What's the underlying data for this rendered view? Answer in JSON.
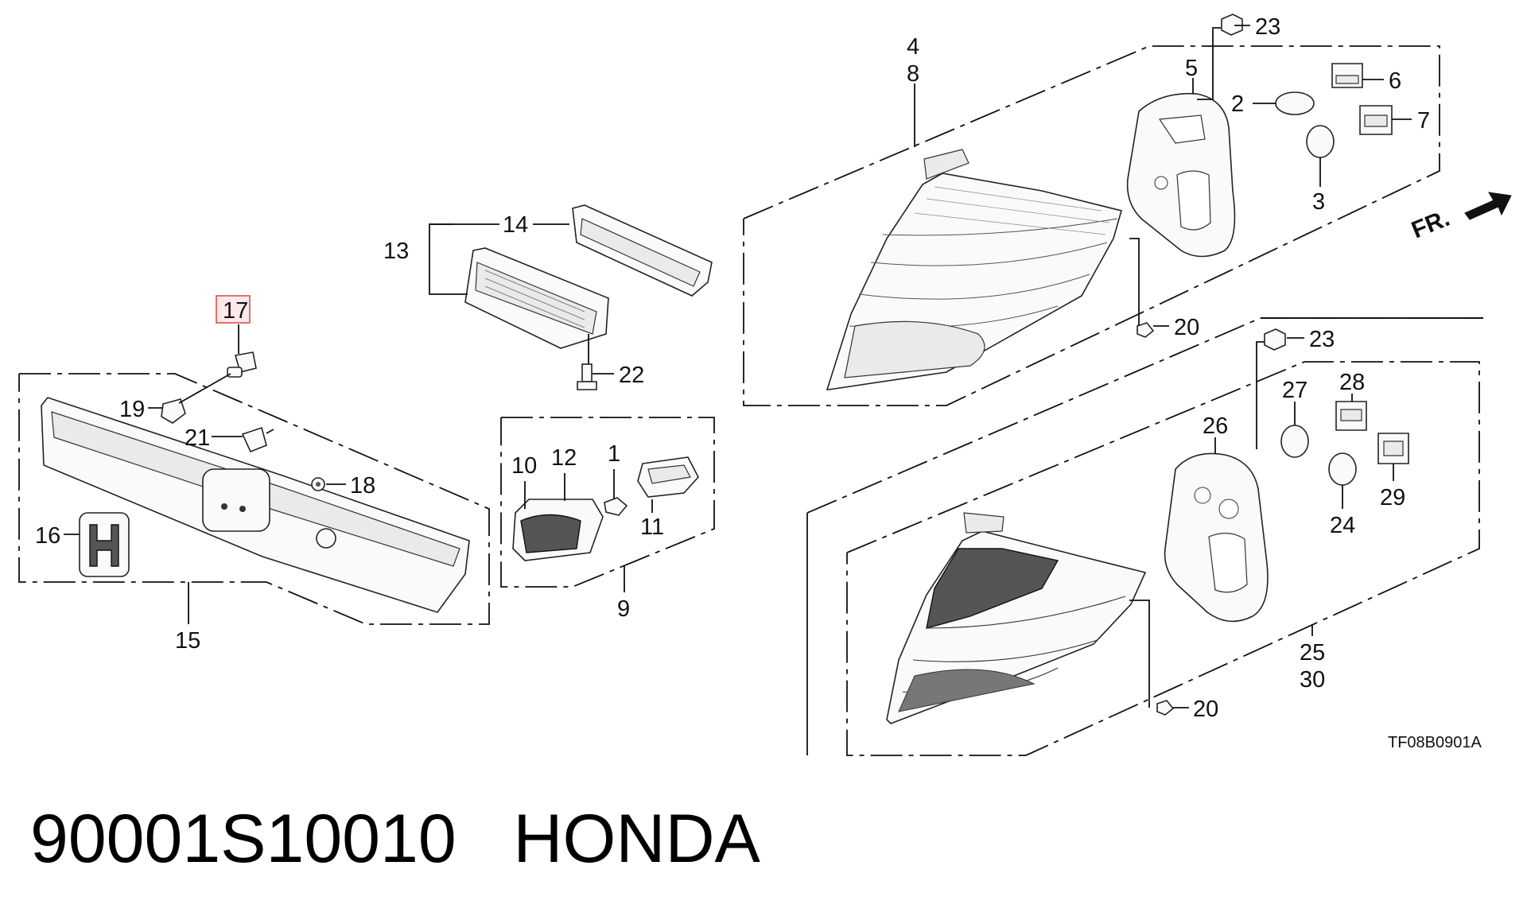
{
  "diagram_code": "TF08B0901A",
  "direction_label": "FR.",
  "highlighted_callout": "17",
  "highlight_color": "#d9534f",
  "caption": {
    "part_number": "90001S10010",
    "brand": "HONDA"
  },
  "callouts": {
    "c1": "1",
    "c2": "2",
    "c3": "3",
    "c4": "4",
    "c5": "5",
    "c6": "6",
    "c7": "7",
    "c8": "8",
    "c9": "9",
    "c10": "10",
    "c11": "11",
    "c12": "12",
    "c13": "13",
    "c14": "14",
    "c15": "15",
    "c16": "16",
    "c17": "17",
    "c18": "18",
    "c19": "19",
    "c20a": "20",
    "c20b": "20",
    "c21": "21",
    "c22": "22",
    "c23a": "23",
    "c23b": "23",
    "c24": "24",
    "c25": "25",
    "c26": "26",
    "c27": "27",
    "c28": "28",
    "c29": "29",
    "c30": "30"
  }
}
